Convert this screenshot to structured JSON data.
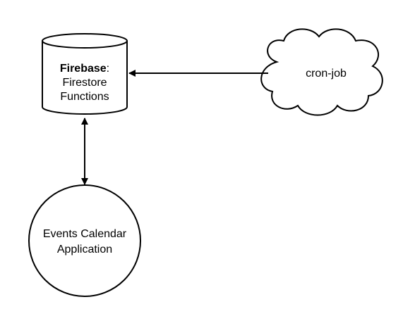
{
  "diagram": {
    "nodes": {
      "firebase": {
        "shape": "cylinder",
        "title": "Firebase",
        "title_suffix": ":",
        "line2": "Firestore",
        "line3": "Functions"
      },
      "cron_job": {
        "shape": "cloud",
        "label": "cron-job"
      },
      "events_app": {
        "shape": "circle",
        "line1": "Events Calendar",
        "line2": "Application"
      }
    },
    "edges": [
      {
        "from": "cron_job",
        "to": "firebase",
        "direction": "one-way"
      },
      {
        "from": "firebase",
        "to": "events_app",
        "direction": "two-way"
      }
    ],
    "colors": {
      "stroke": "#000000",
      "fill": "#ffffff",
      "background": "#ffffff"
    }
  }
}
